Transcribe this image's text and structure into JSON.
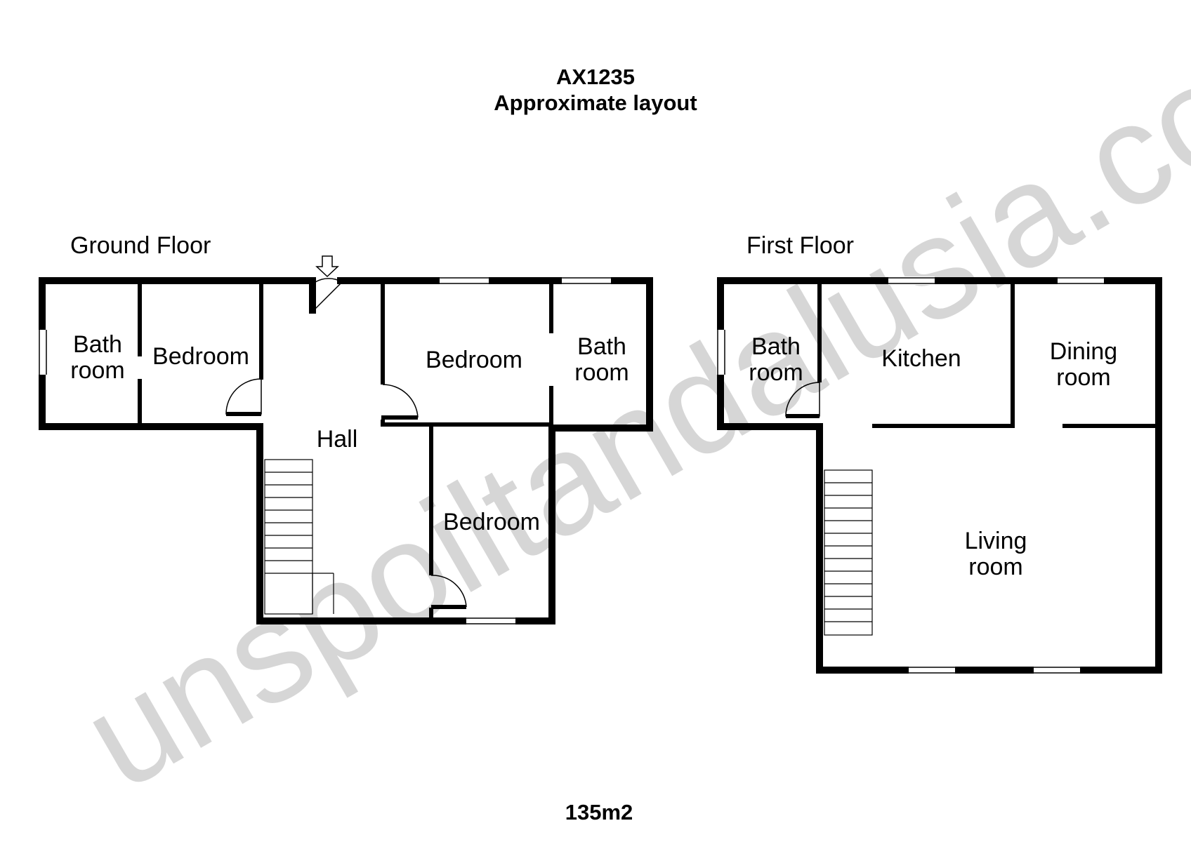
{
  "header": {
    "reference": "AX1235",
    "subtitle": "Approximate layout"
  },
  "footer": {
    "area": "135m2"
  },
  "watermark": "unspoiltandalusia.com",
  "ground_floor": {
    "label": "Ground Floor",
    "rooms": {
      "bathroom_west": [
        "Bath",
        "room"
      ],
      "bedroom_west": "Bedroom",
      "hall": "Hall",
      "bedroom_north": "Bedroom",
      "bathroom_east": [
        "Bath",
        "room"
      ],
      "bedroom_south": "Bedroom"
    }
  },
  "first_floor": {
    "label": "First Floor",
    "rooms": {
      "bathroom": [
        "Bath",
        "room"
      ],
      "kitchen": "Kitchen",
      "dining_room": [
        "Dining",
        "room"
      ],
      "living_room": [
        "Living",
        "room"
      ]
    }
  }
}
